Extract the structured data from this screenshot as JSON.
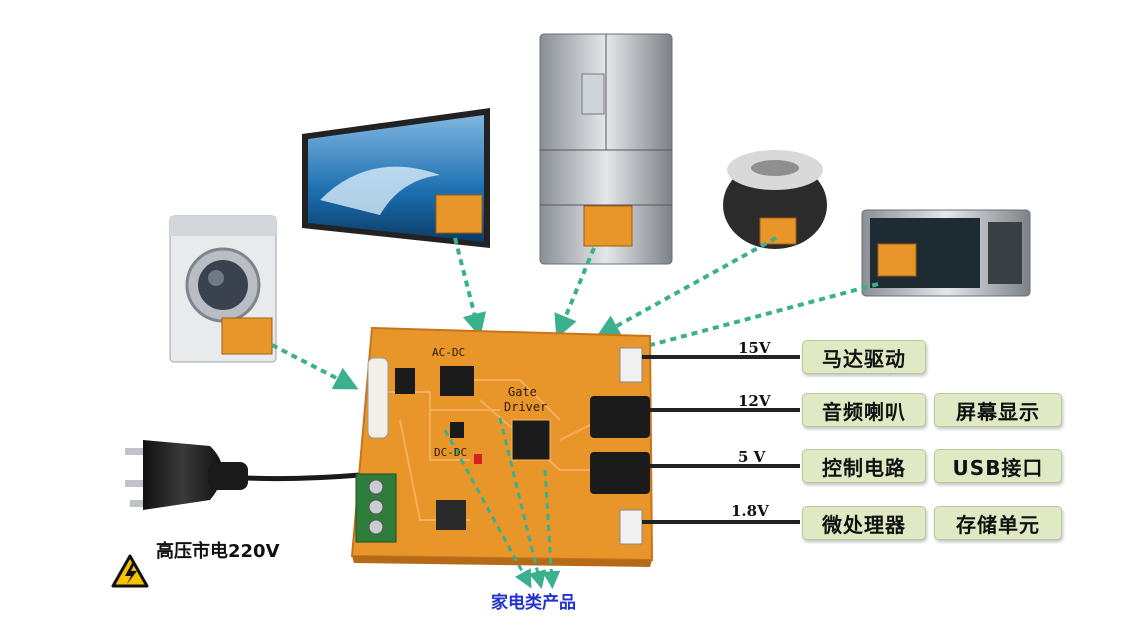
{
  "pcb": {
    "acdc_label": "AC-DC",
    "dcdc_label": "DC-DC",
    "gate_label_1": "Gate",
    "gate_label_2": "Driver"
  },
  "outputs": [
    {
      "voltage": "15V",
      "labels": [
        "马达驱动"
      ]
    },
    {
      "voltage": "12V",
      "labels": [
        "音频喇叭",
        "屏幕显示"
      ]
    },
    {
      "voltage": "5 V",
      "labels": [
        "控制电路",
        "USB接口"
      ]
    },
    {
      "voltage": "1.8V",
      "labels": [
        "微处理器",
        "存储单元"
      ]
    }
  ],
  "input": {
    "label": "高压市电220V"
  },
  "caption": "家电类产品",
  "appliances": [
    "washing-machine",
    "television",
    "refrigerator",
    "rice-cooker",
    "microwave"
  ],
  "colors": {
    "pcb": "#e8962a",
    "pcb_edge": "#c7741a",
    "arrow": "#3bb08f",
    "label_bg": "#dfe9c4",
    "caption": "#2233cc",
    "warning": "#f5c400"
  }
}
